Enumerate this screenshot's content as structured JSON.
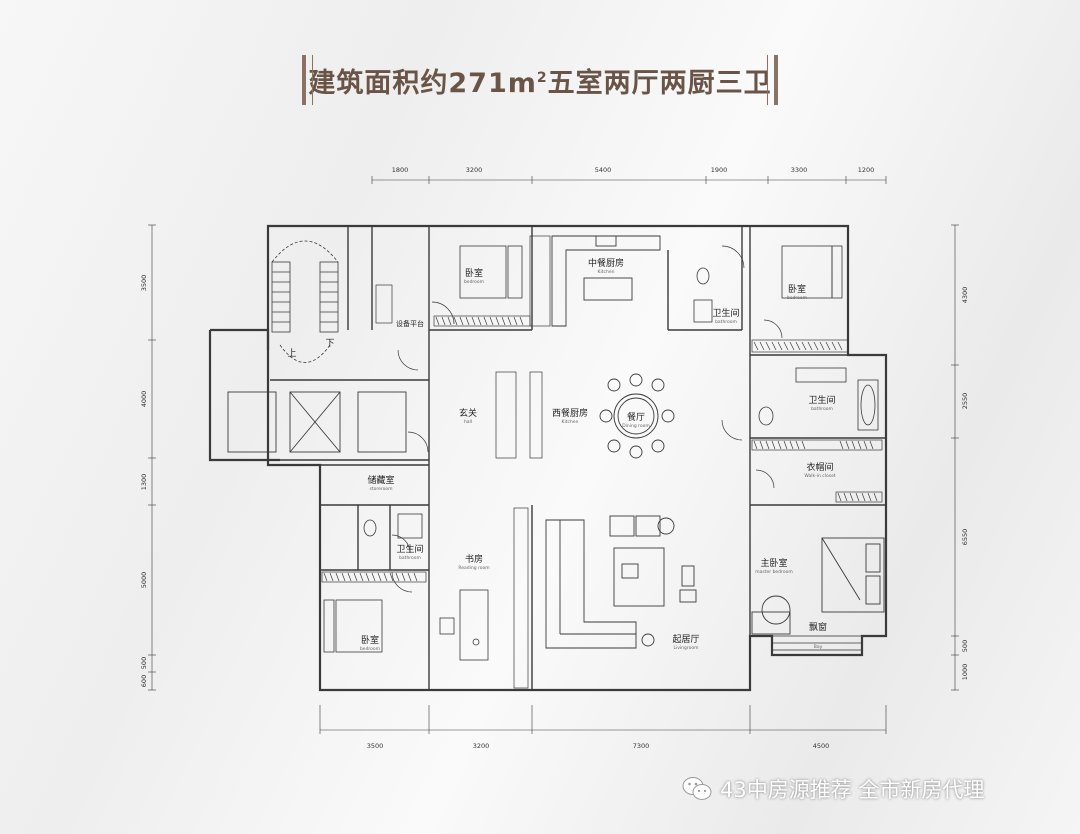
{
  "title": {
    "prefix": "建筑面积约271m",
    "superscript": "2",
    "suffix": "五室两厅两厨三卫"
  },
  "dimensions": {
    "top": [
      "1800",
      "3200",
      "5400",
      "1900",
      "3300",
      "1200"
    ],
    "bottom": [
      "3500",
      "3200",
      "7300",
      "4500"
    ],
    "left": [
      "3500",
      "4000",
      "1300",
      "5000",
      "600",
      "500"
    ],
    "right": [
      "4300",
      "2550",
      "6550",
      "500",
      "1000"
    ]
  },
  "rooms": {
    "bedroom_top": {
      "cn": "卧室",
      "en": "bedroom"
    },
    "kitchen_cn": {
      "cn": "中餐厨房",
      "en": "Kitchen"
    },
    "bath_top": {
      "cn": "卫生间",
      "en": "bathroom"
    },
    "bedroom_right": {
      "cn": "卧室",
      "en": "bedroom"
    },
    "equipment": {
      "cn": "设备平台"
    },
    "stair_up": {
      "cn": "上"
    },
    "stair_down": {
      "cn": "下"
    },
    "foyer": {
      "cn": "玄关",
      "en": "hall"
    },
    "kitchen_west": {
      "cn": "西餐厨房",
      "en": "Kitchen"
    },
    "dining": {
      "cn": "餐厅",
      "en": "Dining room"
    },
    "bath_right": {
      "cn": "卫生间",
      "en": "bathroom"
    },
    "storage": {
      "cn": "储藏室",
      "en": "storeroom"
    },
    "closet": {
      "cn": "衣帽间",
      "en": "Walk-in closet"
    },
    "bath_left": {
      "cn": "卫生间",
      "en": "bathroom"
    },
    "study": {
      "cn": "书房",
      "en": "Reading room"
    },
    "master": {
      "cn": "主卧室",
      "en": "master bedroom"
    },
    "bedroom_left": {
      "cn": "卧室",
      "en": "bedroom"
    },
    "living": {
      "cn": "起居厅",
      "en": "Livingroom"
    },
    "bay": {
      "cn": "飘窗",
      "en": "Bay"
    }
  },
  "watermark": {
    "icon": "wechat-icon",
    "text": "43中房源推荐 全市新房代理"
  },
  "colors": {
    "title": "#6a5448",
    "frame": "#8a7265",
    "wall": "#3a3a3a"
  }
}
